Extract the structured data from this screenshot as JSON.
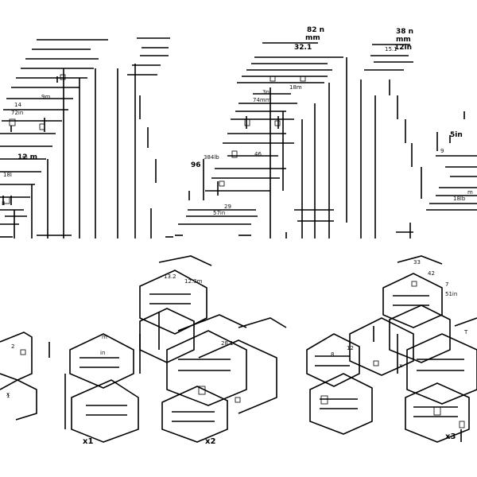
{
  "sheet": {
    "dims_top_left": [
      "12 m",
      "9m",
      "14",
      "72in",
      "m",
      "18I",
      "8"
    ],
    "dims_top_mid": [
      "82 n",
      "mm",
      "32.1",
      "3n",
      "74mm",
      "18m",
      "96",
      "384lb",
      "29",
      "57in",
      "46"
    ],
    "dims_top_right": [
      "38 n",
      "mm",
      "12in",
      "15.1",
      "9",
      "5in",
      "m",
      "18lb"
    ],
    "dims_bot_left": [
      "2",
      "1",
      "m",
      "13.2",
      "in",
      "12.3m",
      "28.1",
      "x"
    ],
    "dims_bot_right": [
      "33",
      "12",
      "7",
      "51in",
      "42",
      "x",
      "8",
      "T"
    ],
    "callouts": [
      "x1",
      "x2",
      "x3"
    ]
  }
}
